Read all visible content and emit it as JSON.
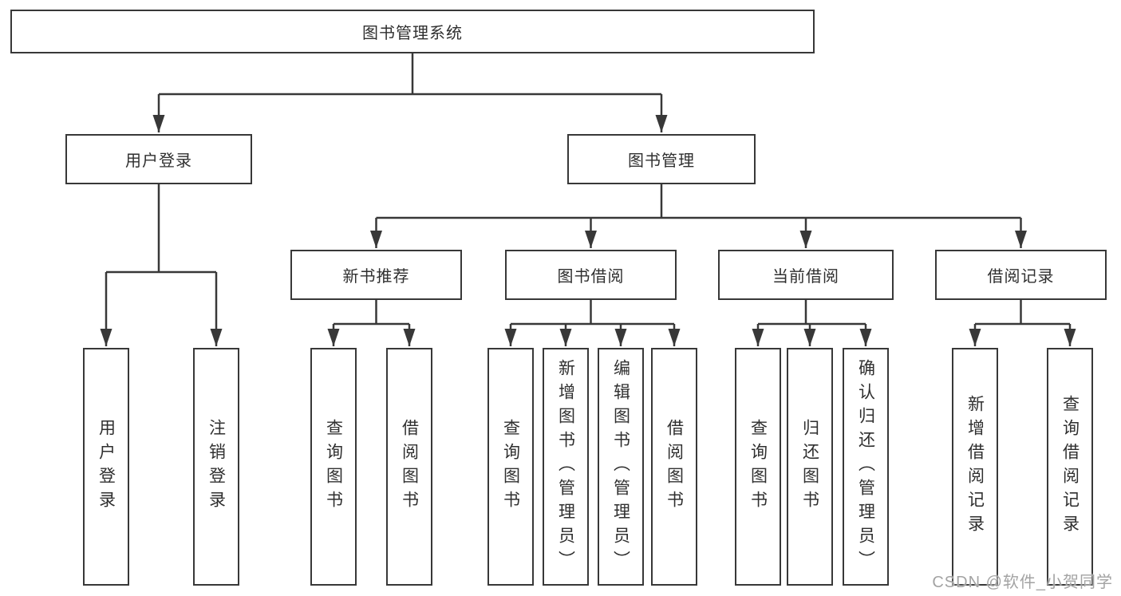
{
  "tree": {
    "root": "图书管理系统",
    "branches": [
      {
        "label": "用户登录",
        "children": [
          "用户登录",
          "注销登录"
        ]
      },
      {
        "label": "图书管理",
        "children": [
          {
            "label": "新书推荐",
            "children": [
              "查询图书",
              "借阅图书"
            ]
          },
          {
            "label": "图书借阅",
            "children": [
              "查询图书",
              "新增图书（管理员）",
              "编辑图书（管理员）",
              "借阅图书"
            ]
          },
          {
            "label": "当前借阅",
            "children": [
              "查询图书",
              "归还图书",
              "确认归还（管理员）"
            ]
          },
          {
            "label": "借阅记录",
            "children": [
              "新增借阅记录",
              "查询借阅记录"
            ]
          }
        ]
      }
    ]
  },
  "watermark": "CSDN @软件_小贺同学",
  "colors": {
    "line": "#383838",
    "box_border": "#383838",
    "text": "#2f2f2f",
    "watermark": "#a3a3a3",
    "background": "#ffffff"
  }
}
